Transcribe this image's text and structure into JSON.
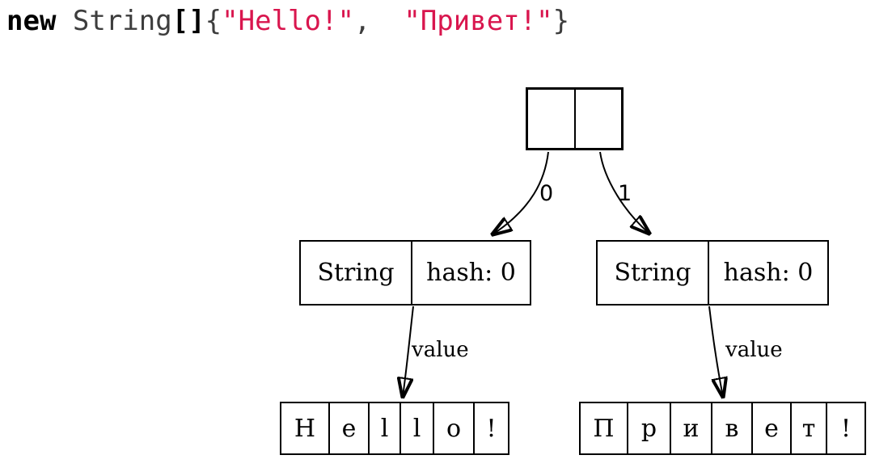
{
  "code_line": {
    "keyword": "new",
    "type": " String",
    "brackets": "[]",
    "open_brace": "{",
    "literal_1": "\"Hello!\"",
    "separator": ",  ",
    "literal_2": "\"Привет!\"",
    "close_brace": "}"
  },
  "array_node": {
    "cells": [
      "",
      ""
    ],
    "index_labels": [
      "0",
      "1"
    ]
  },
  "string_nodes": [
    {
      "class_label": "String",
      "hash_label": "hash: 0",
      "value_edge_label": "value"
    },
    {
      "class_label": "String",
      "hash_label": "hash: 0",
      "value_edge_label": "value"
    }
  ],
  "char_arrays": [
    {
      "chars": [
        "H",
        "e",
        "l",
        "l",
        "o",
        "!"
      ]
    },
    {
      "chars": [
        "П",
        "р",
        "и",
        "в",
        "е",
        "т",
        "!"
      ]
    }
  ],
  "colors": {
    "keyword": "#000000",
    "code_text": "#3d3d3d",
    "string_literal": "#d9164e",
    "line": "#000000",
    "background": "#ffffff"
  }
}
